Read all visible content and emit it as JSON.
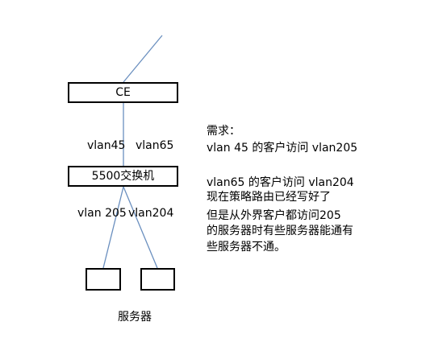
{
  "diagram": {
    "link_color": "#6a8fbf",
    "nodes": {
      "ce_label": "CE",
      "switch_label": "5500交换机",
      "servers_label": "服务器"
    },
    "link_labels": {
      "vlan45": "vlan45",
      "vlan65": "vlan65",
      "vlan205": "vlan 205",
      "vlan204": "vlan204"
    }
  },
  "notes": {
    "heading": "需求：",
    "lines": [
      "vlan 45 的客户访问 vlan205",
      "vlan65 的客户访问 vlan204",
      "现在策略路由已经写好了",
      "但是从外界客户都访问205",
      "的服务器时有些服务器能通有",
      "些服务器不通。"
    ]
  }
}
